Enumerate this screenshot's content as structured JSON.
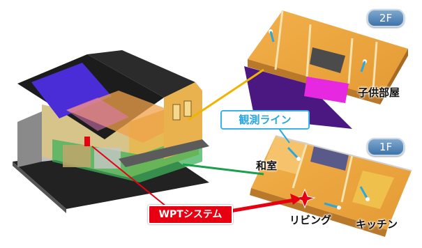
{
  "floors": {
    "upper": "2F",
    "lower": "1F"
  },
  "rooms": {
    "children_room": "子供部屋",
    "japanese_room": "和室",
    "living": "リビング",
    "kitchen": "キッチン"
  },
  "callouts": {
    "observation_line": "観測ライン",
    "wpt_system": "WPTシステム"
  },
  "colors": {
    "wpt_red": "#e60012",
    "observation_blue": "#2aa7df",
    "floor_badge": "#4a7db0",
    "house_wall": "#e3a43f",
    "solar_panel": "#4b2dd8",
    "connector_yellow": "#f0b400",
    "connector_green": "#18a04a"
  }
}
